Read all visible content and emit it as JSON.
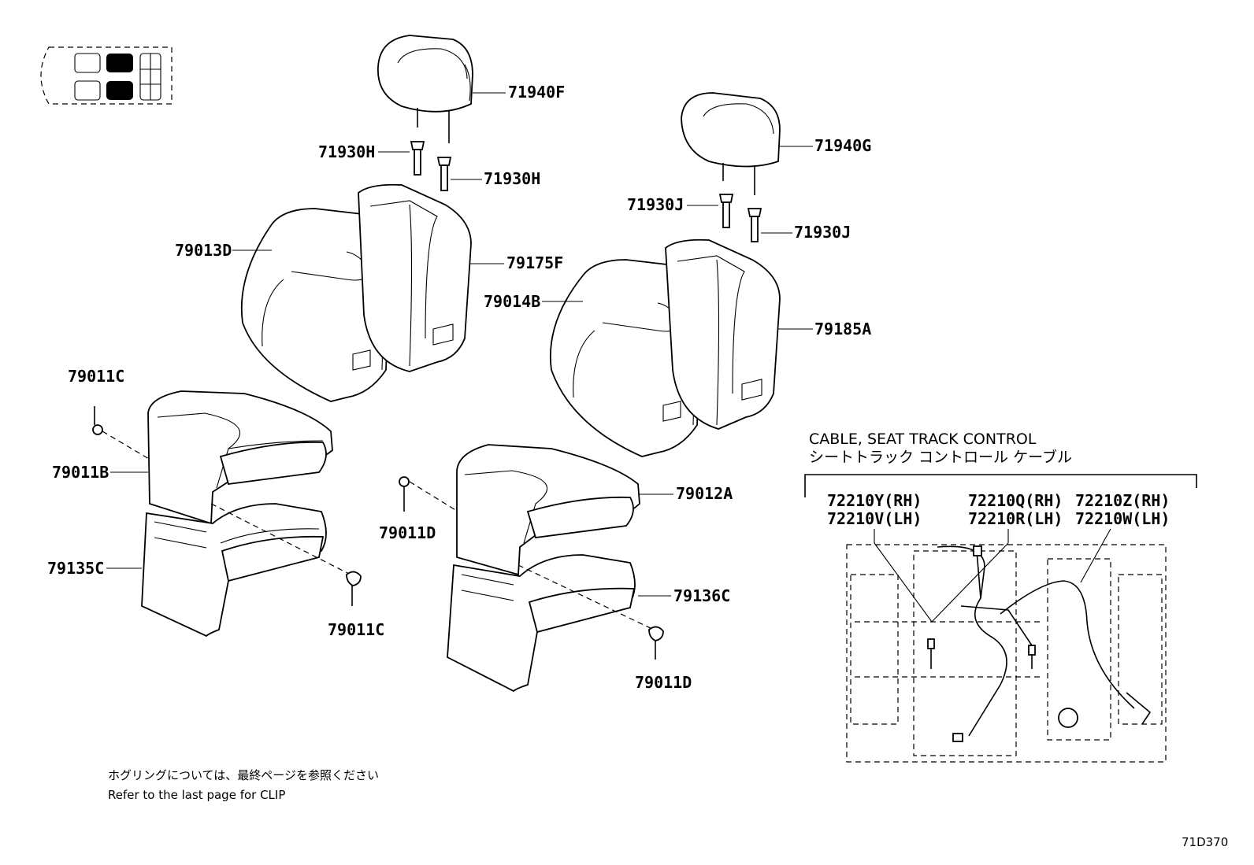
{
  "labels": {
    "p71940F": "71940F",
    "p71930H_a": "71930H",
    "p71930H_b": "71930H",
    "p79013D": "79013D",
    "p79175F": "79175F",
    "p71940G": "71940G",
    "p71930J_a": "71930J",
    "p71930J_b": "71930J",
    "p79014B": "79014B",
    "p79185A": "79185A",
    "p79011C_a": "79011C",
    "p79011B": "79011B",
    "p79135C": "79135C",
    "p79011C_b": "79011C",
    "p79011D_a": "79011D",
    "p79012A": "79012A",
    "p79136C": "79136C",
    "p79011D_b": "79011D"
  },
  "cable_section": {
    "title_en": "CABLE, SEAT TRACK CONTROL",
    "title_jp": "シートトラック コントロール ケーブル",
    "group1_rh": "72210Y(RH)",
    "group1_lh": "72210V(LH)",
    "group2_rh": "72210Q(RH)",
    "group2_lh": "72210R(LH)",
    "group3_rh": "72210Z(RH)",
    "group3_lh": "72210W(LH)"
  },
  "note": {
    "jp": "ホグリングについては、最終ページを参照ください",
    "en": "Refer to the last page for CLIP"
  },
  "figure_code": "71D370"
}
